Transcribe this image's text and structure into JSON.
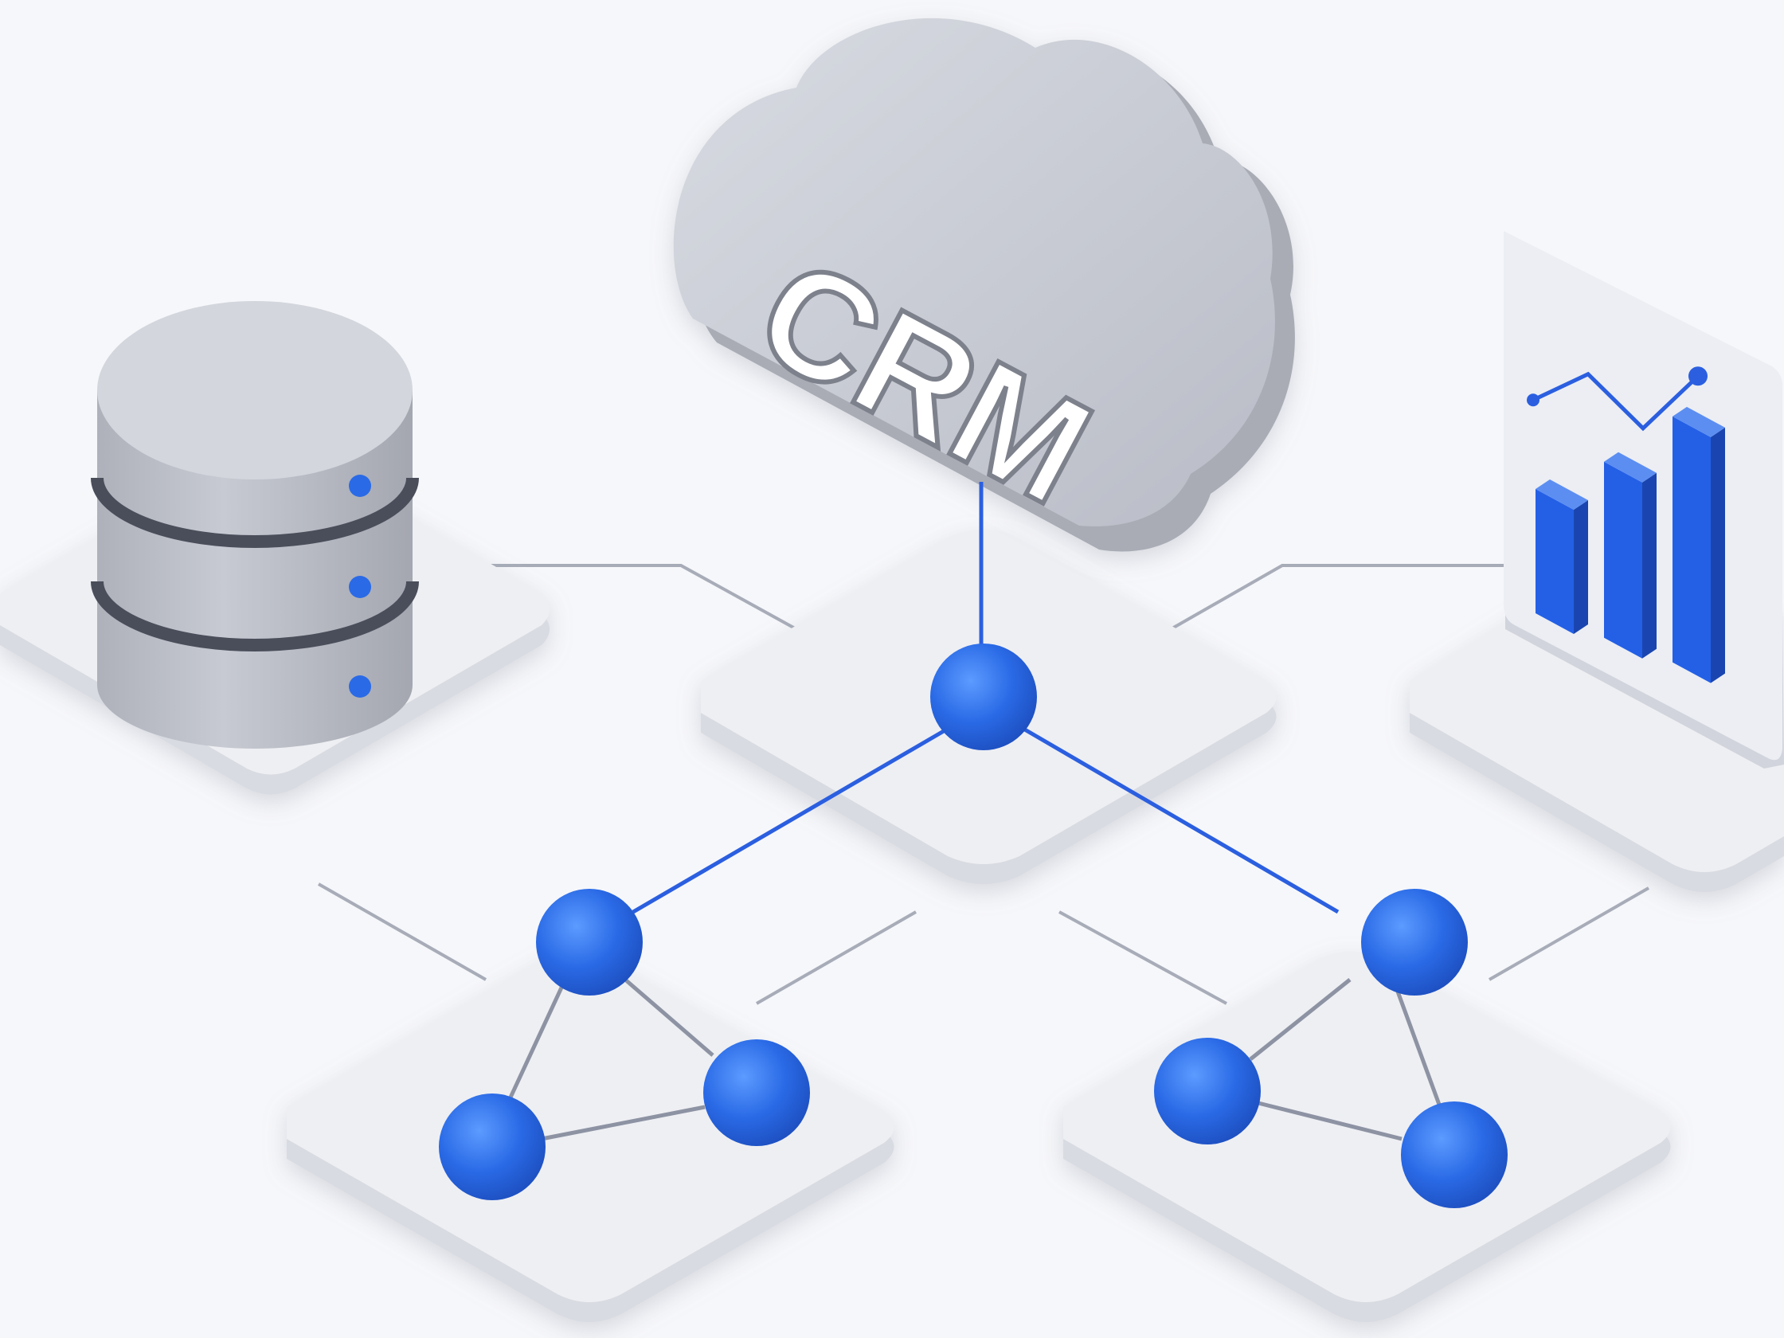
{
  "cloud": {
    "label": "CRM"
  },
  "colors": {
    "background": "#f6f7fa",
    "platform_top": "#eeeff3",
    "platform_side": "#d9dbe2",
    "node_blue": "#2a6ae6",
    "node_blue_light": "#4a8af2",
    "cloud_body": "#c9ccd4",
    "cloud_shadow": "#a9acb5",
    "connector_gray": "#8d93a3",
    "connector_blue": "#2b5fe0",
    "bar_blue": "#2460e6"
  },
  "icons": {
    "database": "database-icon",
    "cloud": "cloud-icon",
    "report": "bar-chart-icon",
    "network": "network-node-icon"
  },
  "chart_panel": {
    "bar_levels": [
      0.48,
      0.68,
      0.95
    ],
    "trend_levels": [
      0.35,
      0.62,
      0.28,
      0.75
    ]
  }
}
